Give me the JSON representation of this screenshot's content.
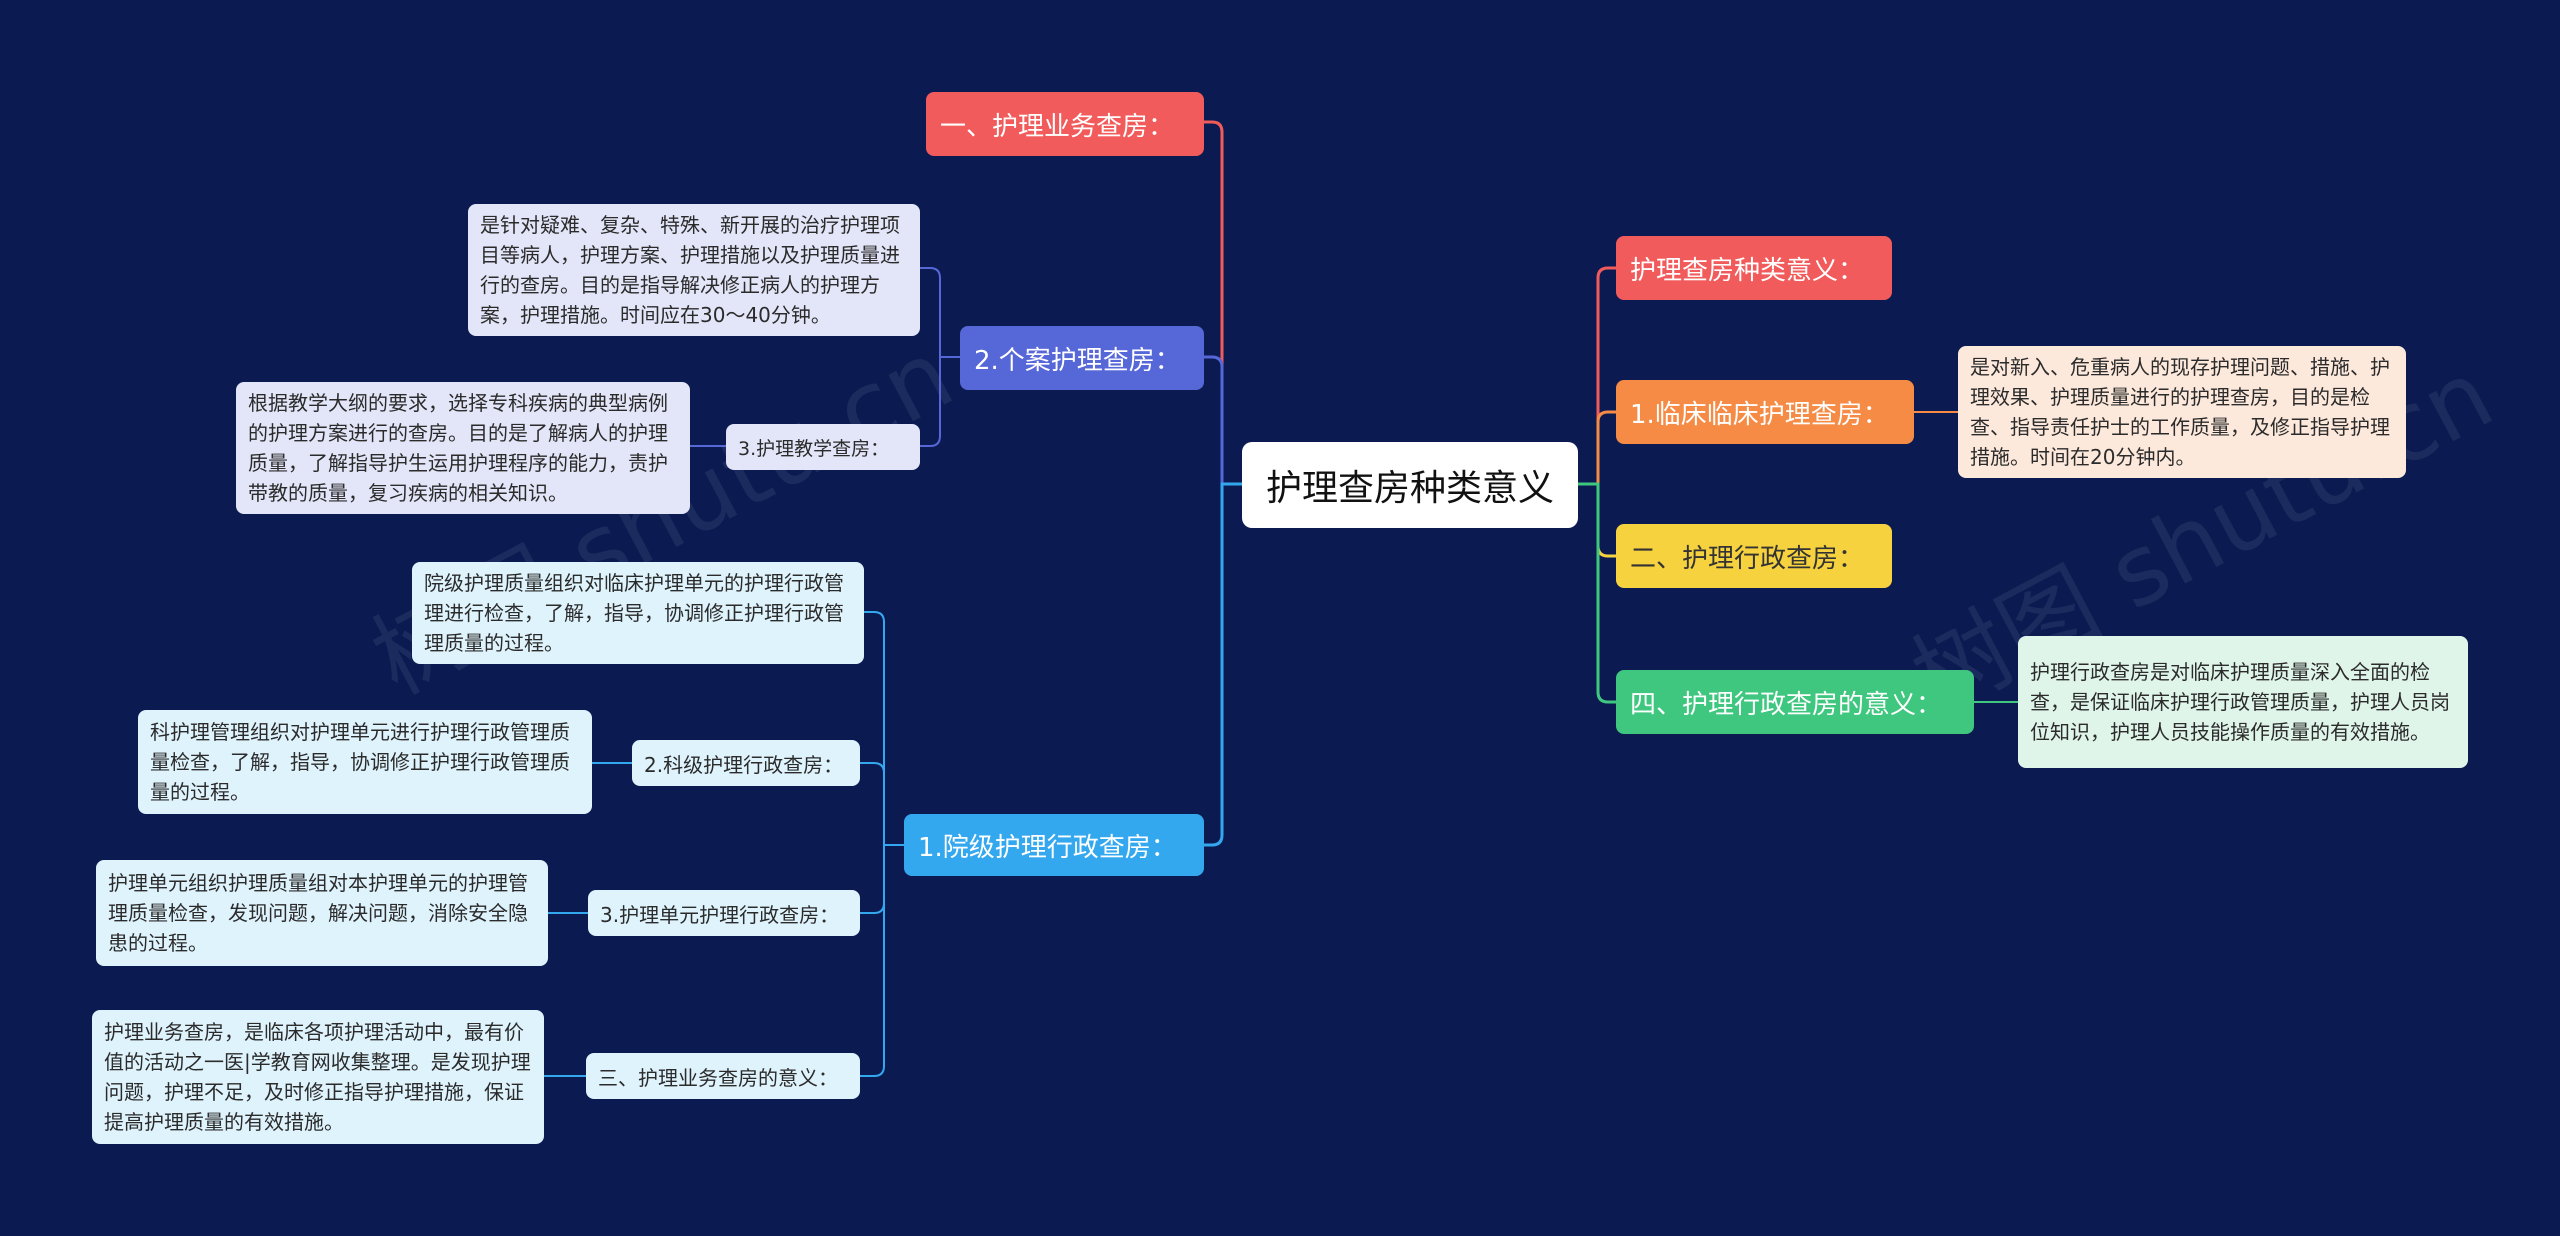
{
  "watermarks": [
    "树图 shutu.cn",
    "树图 shutu.cn"
  ],
  "root": {
    "label": "护理查房种类意义"
  },
  "colors": {
    "red": "#f25b5b",
    "indigo": "#5667d8",
    "blue": "#34a8ef",
    "orange": "#f58b45",
    "yellow": "#f7d23f",
    "green": "#3fc77f",
    "leaf_lavender": "#e3e6f8",
    "leaf_sky": "#dff3fd",
    "leaf_peach": "#fde9dc",
    "leaf_mint": "#e0f5ea"
  },
  "left": {
    "b1": {
      "label": "一、护理业务查房："
    },
    "b2": {
      "label": "2.个案护理查房：",
      "leaf": "是针对疑难、复杂、特殊、新开展的治疗护理项目等病人，护理方案、护理措施以及护理质量进行的查房。目的是指导解决修正病人的护理方案，护理措施。时间应在30～40分钟。",
      "sub": {
        "label": "3.护理教学查房：",
        "leaf": "根据教学大纲的要求，选择专科疾病的典型病例的护理方案进行的查房。目的是了解病人的护理质量，了解指导护生运用护理程序的能力，责护带教的质量，复习疾病的相关知识。"
      }
    },
    "b3": {
      "label": "1.院级护理行政查房：",
      "leaf": "院级护理质量组织对临床护理单元的护理行政管理进行检查，了解，指导，协调修正护理行政管理质量的过程。",
      "subs": [
        {
          "label": "2.科级护理行政查房：",
          "leaf": "科护理管理组织对护理单元进行护理行政管理质量检查，了解，指导，协调修正护理行政管理质量的过程。"
        },
        {
          "label": "3.护理单元护理行政查房：",
          "leaf": "护理单元组织护理质量组对本护理单元的护理管理质量检查，发现问题，解决问题，消除安全隐患的过程。"
        },
        {
          "label": "三、护理业务查房的意义：",
          "leaf": "护理业务查房，是临床各项护理活动中，最有价值的活动之一医|学教育网收集整理。是发现护理问题，护理不足，及时修正指导护理措施，保证提高护理质量的有效措施。"
        }
      ]
    }
  },
  "right": {
    "r1": {
      "label": "护理查房种类意义："
    },
    "r2": {
      "label": "1.临床临床护理查房：",
      "leaf": "是对新入、危重病人的现存护理问题、措施、护理效果、护理质量进行的护理查房，目的是检查、指导责任护士的工作质量，及修正指导护理措施。时间在20分钟内。"
    },
    "r3": {
      "label": "二、护理行政查房："
    },
    "r4": {
      "label": "四、护理行政查房的意义：",
      "leaf": "护理行政查房是对临床护理质量深入全面的检查，是保证临床护理行政管理质量，护理人员岗位知识，护理人员技能操作质量的有效措施。"
    }
  }
}
